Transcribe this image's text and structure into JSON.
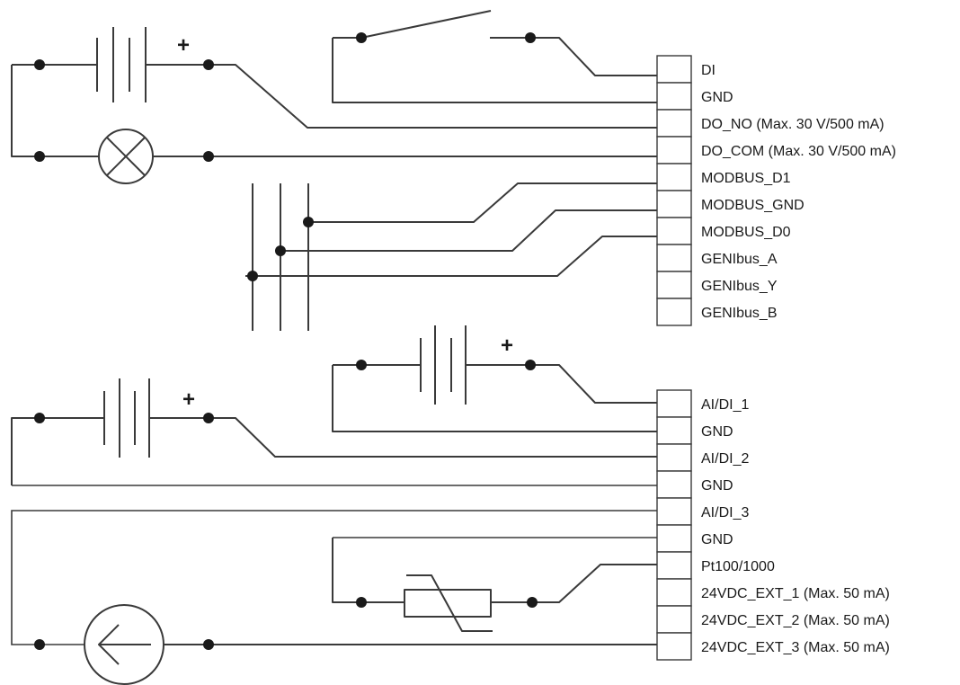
{
  "terminal_block_1": {
    "terminals": [
      {
        "label": "DI"
      },
      {
        "label": "GND"
      },
      {
        "label": "DO_NO (Max. 30 V/500 mA)"
      },
      {
        "label": "DO_COM (Max. 30 V/500 mA)"
      },
      {
        "label": "MODBUS_D1"
      },
      {
        "label": "MODBUS_GND"
      },
      {
        "label": "MODBUS_D0"
      },
      {
        "label": "GENIbus_A"
      },
      {
        "label": "GENIbus_Y"
      },
      {
        "label": "GENIbus_B"
      }
    ]
  },
  "terminal_block_2": {
    "terminals": [
      {
        "label": "AI/DI_1"
      },
      {
        "label": "GND"
      },
      {
        "label": "AI/DI_2"
      },
      {
        "label": "GND"
      },
      {
        "label": "AI/DI_3"
      },
      {
        "label": "GND"
      },
      {
        "label": "Pt100/1000"
      },
      {
        "label": "24VDC_EXT_1 (Max. 50 mA)"
      },
      {
        "label": "24VDC_EXT_2 (Max. 50 mA)"
      },
      {
        "label": "24VDC_EXT_3 (Max. 50 mA)"
      }
    ]
  },
  "polarity_marks": {
    "plus": "+"
  },
  "components": {
    "switch_icon": "switch-icon",
    "battery_icon": "battery-icon",
    "lamp_icon": "lamp-icon",
    "bus_icon": "bus-lines-icon",
    "thermistor_icon": "thermistor-icon",
    "current_source_icon": "current-source-icon"
  }
}
